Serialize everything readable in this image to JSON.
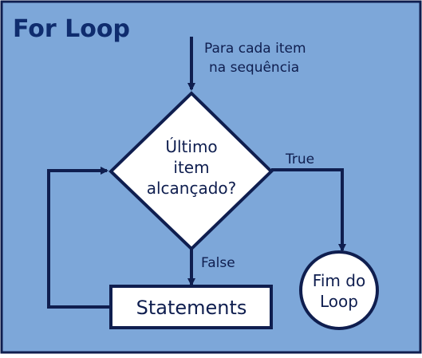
{
  "title": "For Loop",
  "entry_label": {
    "line1": "Para cada item",
    "line2": "na sequência"
  },
  "decision": {
    "line1": "Último",
    "line2": "item",
    "line3": "alcançado?"
  },
  "true_label": "True",
  "false_label": "False",
  "statements_label": "Statements",
  "end_node": {
    "line1": "Fim do",
    "line2": "Loop"
  },
  "colors": {
    "background": "#7da7d9",
    "line": "#0f1e4f",
    "title": "#0f2c6e",
    "node_fill": "#ffffff"
  }
}
